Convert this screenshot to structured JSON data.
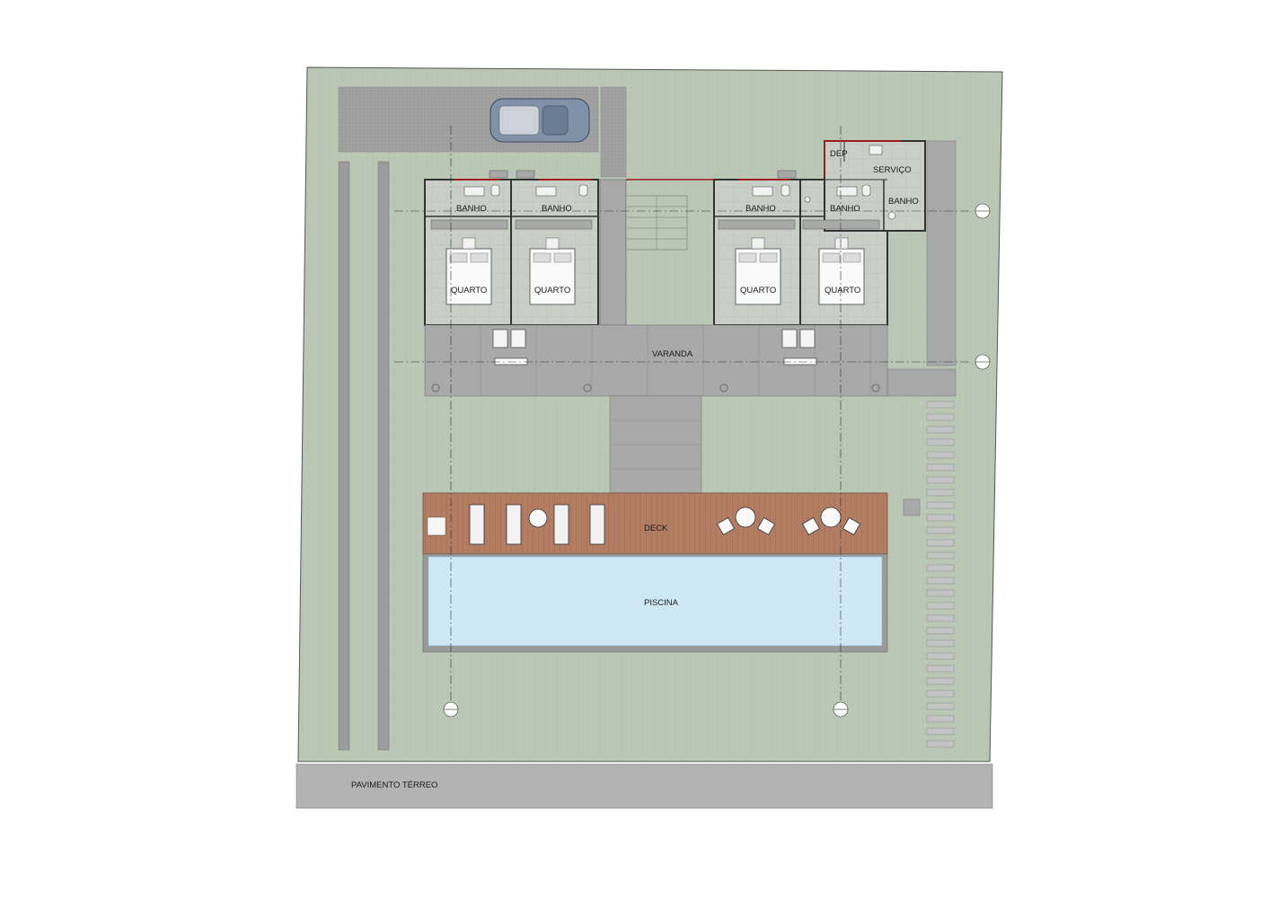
{
  "plan_title": "PAVIMENTO TÉRREO",
  "rooms": {
    "banho_1": "BANHO",
    "banho_2": "BANHO",
    "banho_3": "BANHO",
    "banho_4": "BANHO",
    "banho_service": "BANHO",
    "quarto_1": "QUARTO",
    "quarto_2": "QUARTO",
    "quarto_3": "QUARTO",
    "quarto_4": "QUARTO",
    "dep": "DEP",
    "servico": "SERVIÇO",
    "varanda": "VARANDA",
    "deck": "DECK",
    "piscina": "PISCINA"
  },
  "colors": {
    "lawn": "#b9c7b4",
    "paving": "#a9a9a9",
    "interior_floor": "#c9cfc7",
    "deck_wood": "#b37d64",
    "pool_water": "#cfe8f6",
    "wall": "#3a3a3a",
    "accent_wall": "#a01c1c"
  },
  "icons": {
    "car": "car-icon",
    "bed": "bed-icon",
    "lounger": "sun-lounger-icon",
    "table": "round-table-icon",
    "section_marker": "section-marker-icon"
  }
}
